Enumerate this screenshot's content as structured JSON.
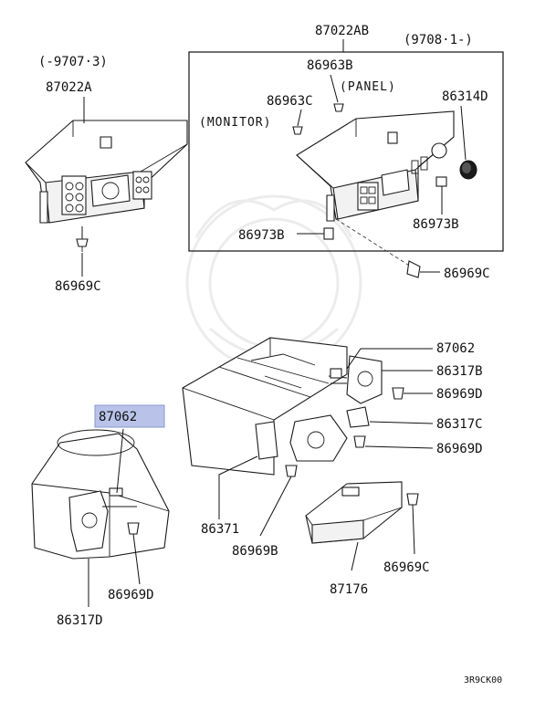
{
  "labels": {
    "ctrl_old_date": "(-9707·3)",
    "ctrl_old_part": "87022A",
    "ctrl_new_part": "87022AB",
    "ctrl_new_date": "(9708·1-)",
    "screw_panel_part": "86963B",
    "panel_note": "(PANEL)",
    "screw_monitor_part": "86963C",
    "monitor_note": "(MONITOR)",
    "knob_part": "86314D",
    "clip_right": "86973B",
    "clip_left": "86973B",
    "screw_box_right": "86969C",
    "screw_old_ctrl": "86969C",
    "lever_top": "87062",
    "motor_top": "86317B",
    "screw_motor_top": "86969D",
    "motor_mid": "86317C",
    "screw_motor_mid": "86969D",
    "lever_left_highlight": "87062",
    "bracket_part": "86371",
    "screw_bracket": "86969B",
    "amp_part": "87176",
    "screw_amp": "86969C",
    "screw_left": "86969D",
    "motor_left": "86317D",
    "diagram_code": "3R9CK00"
  },
  "colors": {
    "highlight_fill": "#b9c3ea",
    "highlight_stroke": "#8a97cf",
    "line": "#1a1a1a"
  }
}
